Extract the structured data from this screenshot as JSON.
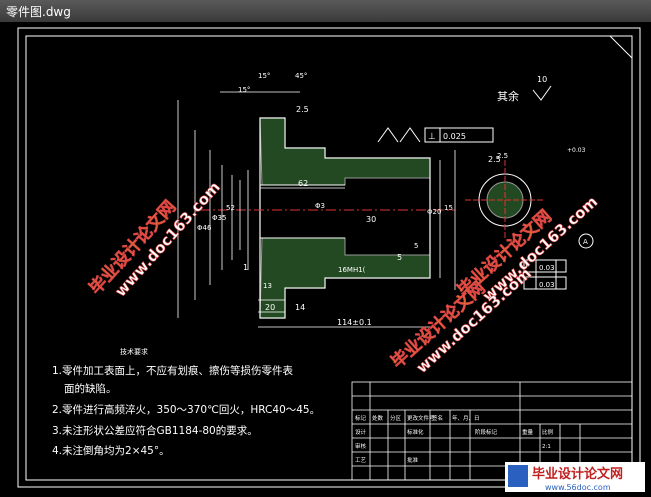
{
  "window": {
    "title": "零件图.dwg"
  },
  "drawing": {
    "surface_note": "其余",
    "surface_symbol": "10",
    "roughness_1": "2.5",
    "roughness_2": "2.5",
    "roughness_3": "5",
    "angles": [
      "15°",
      "45°",
      "15°"
    ],
    "dims": {
      "d1": "62",
      "d2": "30",
      "d3": "20",
      "d4": "14",
      "len_total": "114±0.1",
      "d5": "1",
      "d6": "13",
      "d7": "Φ20",
      "d8": "Φ35",
      "d9": "Φ46",
      "d10": "52",
      "d11": "15",
      "d12": "5",
      "thread": "16MH1(",
      "d13": "Φ3"
    },
    "tolerance": {
      "perp": "0.025",
      "t1": "0.03",
      "t2": "0.03",
      "datum": "A"
    },
    "spline": {
      "label": "2.5",
      "tol": "+0.03"
    },
    "tech_title": "技术要求",
    "tech_notes": [
      "1.零件加工表面上，不应有划痕、擦伤等损伤零件表",
      "面的缺陷。",
      "2.零件进行高频淬火，350～370℃回火，HRC40～45。",
      "3.未注形状公差应符合GB1184-80的要求。",
      "4.未注倒角均为2×45°。"
    ],
    "title_block": {
      "r1": [
        "标记",
        "处数",
        "分区",
        "更改文件号",
        "签名",
        "年、月、日"
      ],
      "r2": [
        "设计",
        "",
        "标准化",
        "",
        "阶段标记",
        "重量",
        "比例"
      ],
      "r3": [
        "审核",
        "",
        "",
        "",
        "",
        "",
        "2:1"
      ],
      "r4": [
        "工艺",
        "",
        "批准"
      ]
    }
  },
  "watermarks": {
    "w1": "毕业设计论文网",
    "w1b": "www.doc163.com",
    "w2": "毕业设计论文网",
    "w2b": "www.doc163.com",
    "w3": "毕业设计论文网",
    "w3b": "www.doc163.com",
    "logo_cn": "毕业设计论文网",
    "logo_url": "www.56doc.com"
  }
}
